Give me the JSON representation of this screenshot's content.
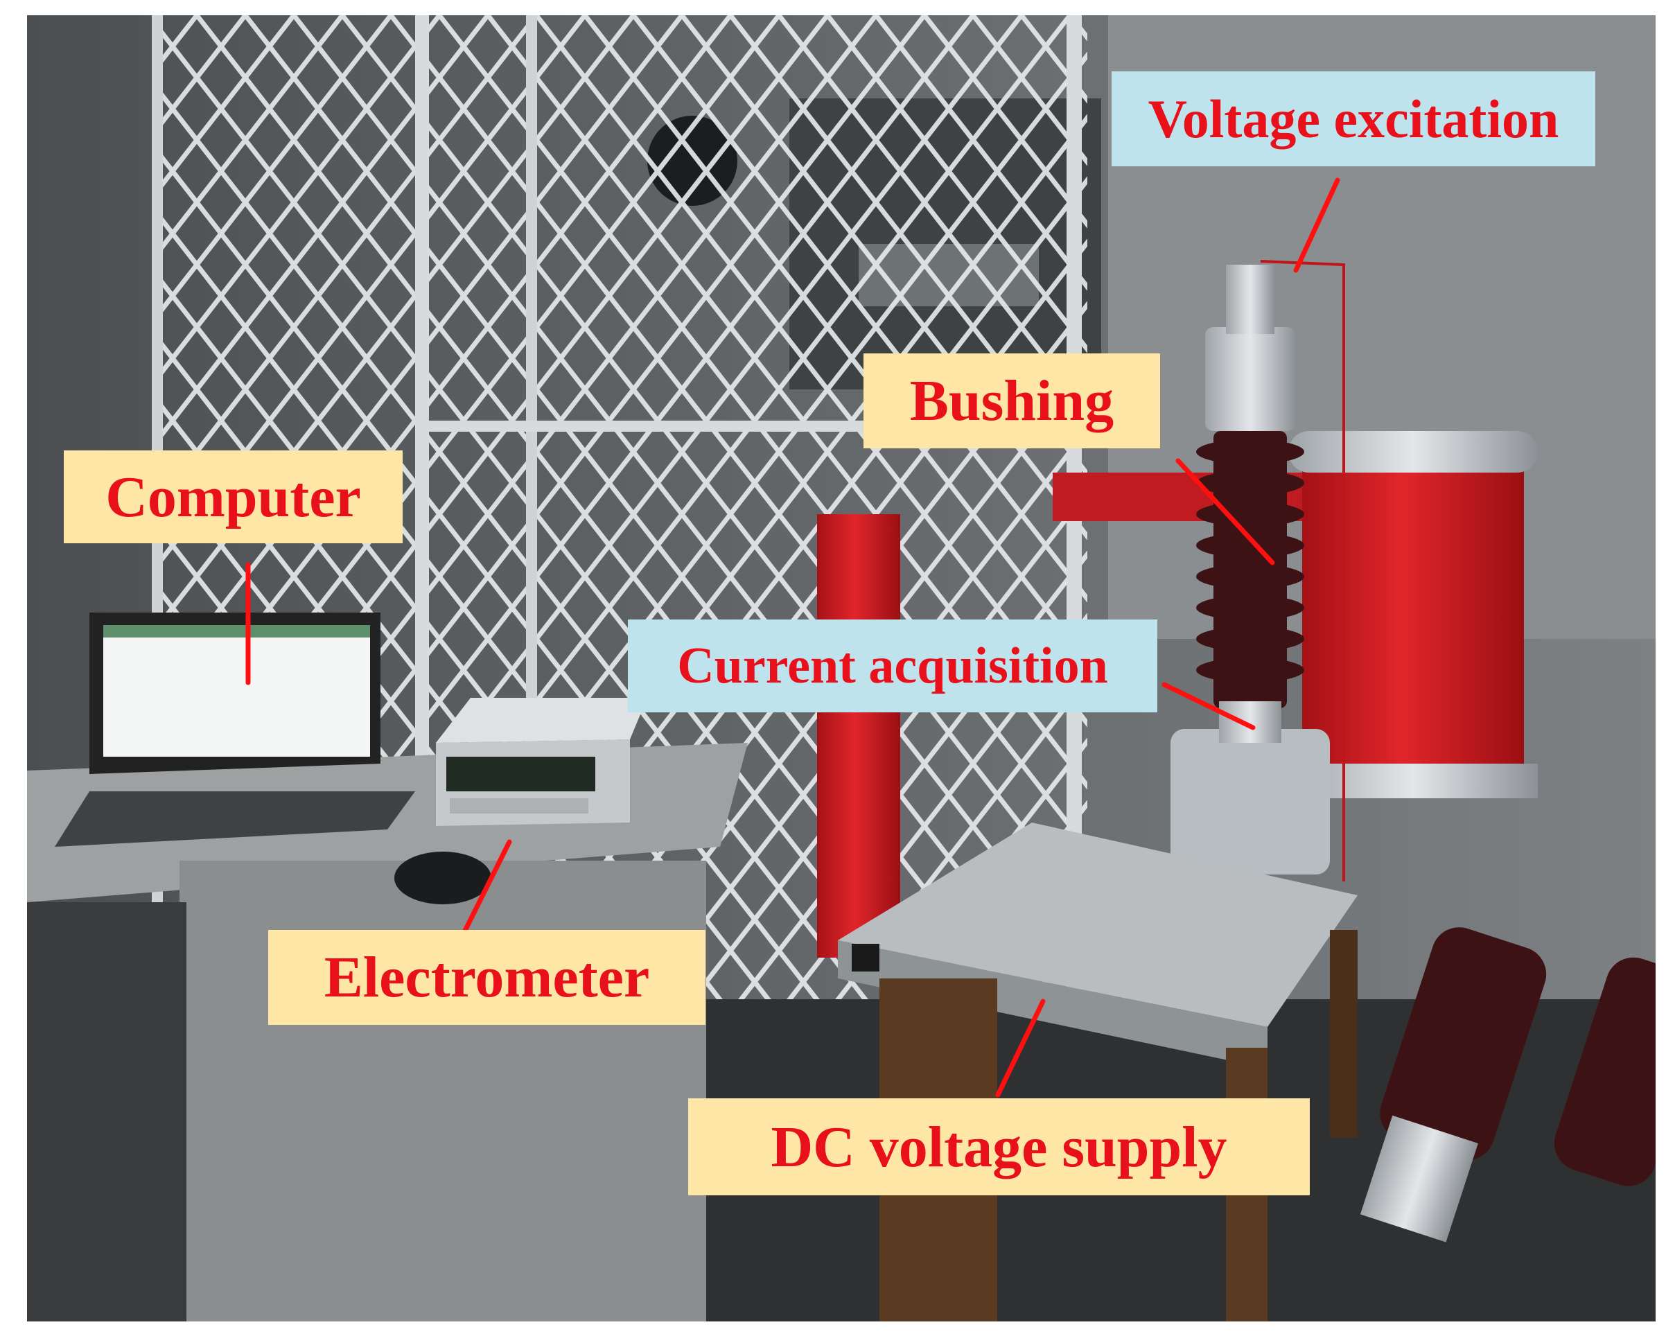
{
  "labels": {
    "voltage_excitation": "Voltage excitation",
    "bushing": "Bushing",
    "computer": "Computer",
    "current_acquisition": "Current acquisition",
    "electrometer": "Electrometer",
    "dc_voltage_supply": "DC voltage supply"
  },
  "colors": {
    "label_text": "#e8101a",
    "label_bg_yellow": "#fde6a6",
    "label_bg_blue": "#bfe3ec",
    "leader_line": "#ff1010"
  }
}
